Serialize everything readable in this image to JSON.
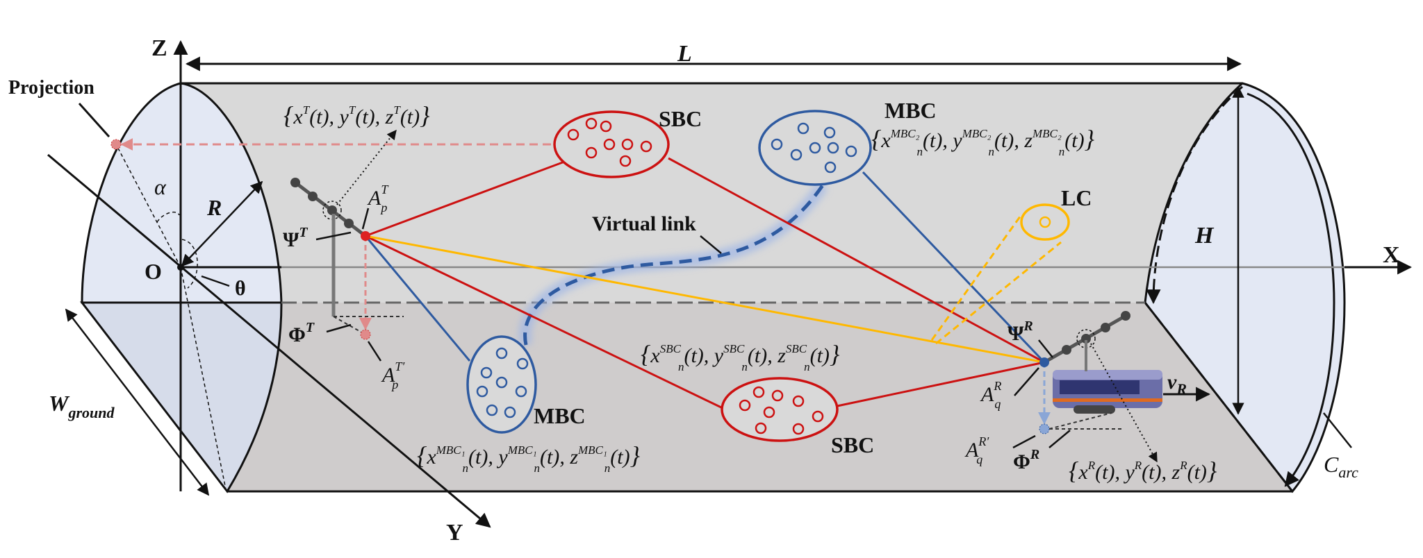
{
  "labels": {
    "projection": "Projection",
    "z_axis": "Z",
    "x_axis": "X",
    "y_axis": "Y",
    "origin": "O",
    "length": "L",
    "height": "H",
    "radius": "R",
    "alpha": "α",
    "theta": "θ",
    "w_base": "W",
    "w_sub": "ground",
    "c_base": "C",
    "c_sub": "arc",
    "v_base": "v",
    "v_sub": "R",
    "sbc_top": "SBC",
    "sbc_bottom": "SBC",
    "mbc_top": "MBC",
    "mbc_bottom": "MBC",
    "lc": "LC",
    "virtual_link": "Virtual link",
    "psi_t_base": "Ψ",
    "psi_t_sup": "T",
    "phi_t_base": "Φ",
    "phi_t_sup": "T",
    "psi_r_base": "Ψ",
    "psi_r_sup": "R",
    "phi_r_base": "Φ",
    "phi_r_sup": "R",
    "ap_base": "A",
    "ap_sup": "T",
    "ap_sub": "p",
    "apprime_base": "A",
    "apprime_sup": "T′",
    "apprime_sub": "p",
    "aq_base": "A",
    "aq_sup": "R",
    "aq_sub": "q",
    "aqprime_base": "A",
    "aqprime_sup": "R′",
    "aqprime_sub": "q"
  },
  "formulas": {
    "tx": {
      "terms": [
        {
          "b": "x",
          "sup": "T",
          "sub": ""
        },
        {
          "b": "y",
          "sup": "T",
          "sub": ""
        },
        {
          "b": "z",
          "sup": "T",
          "sub": ""
        }
      ],
      "arg": "(t)"
    },
    "rx": {
      "terms": [
        {
          "b": "x",
          "sup": "R",
          "sub": ""
        },
        {
          "b": "y",
          "sup": "R",
          "sub": ""
        },
        {
          "b": "z",
          "sup": "R",
          "sub": ""
        }
      ],
      "arg": "(t)"
    },
    "sbc": {
      "terms": [
        {
          "b": "x",
          "sup": "SBC",
          "sub": "n"
        },
        {
          "b": "y",
          "sup": "SBC",
          "sub": "n"
        },
        {
          "b": "z",
          "sup": "SBC",
          "sub": "n"
        }
      ],
      "arg": "(t)"
    },
    "mbc1": {
      "terms": [
        {
          "b": "x",
          "sup": "MBC₁",
          "sub": "n"
        },
        {
          "b": "y",
          "sup": "MBC₁",
          "sub": "n"
        },
        {
          "b": "z",
          "sup": "MBC₁",
          "sub": "n"
        }
      ],
      "arg": "(t)"
    },
    "mbc2": {
      "terms": [
        {
          "b": "x",
          "sup": "MBC₂",
          "sub": "n"
        },
        {
          "b": "y",
          "sup": "MBC₂",
          "sub": "n"
        },
        {
          "b": "z",
          "sup": "MBC₂",
          "sub": "n"
        }
      ],
      "arg": "(t)"
    }
  },
  "colors": {
    "sbc": "#cc1111",
    "mbc": "#2e5aa0",
    "los": "#ffb800",
    "tunnel_wall": "#d9d9d9",
    "tunnel_floor": "#cfcccc",
    "end_cap": "#e3e8f4"
  }
}
